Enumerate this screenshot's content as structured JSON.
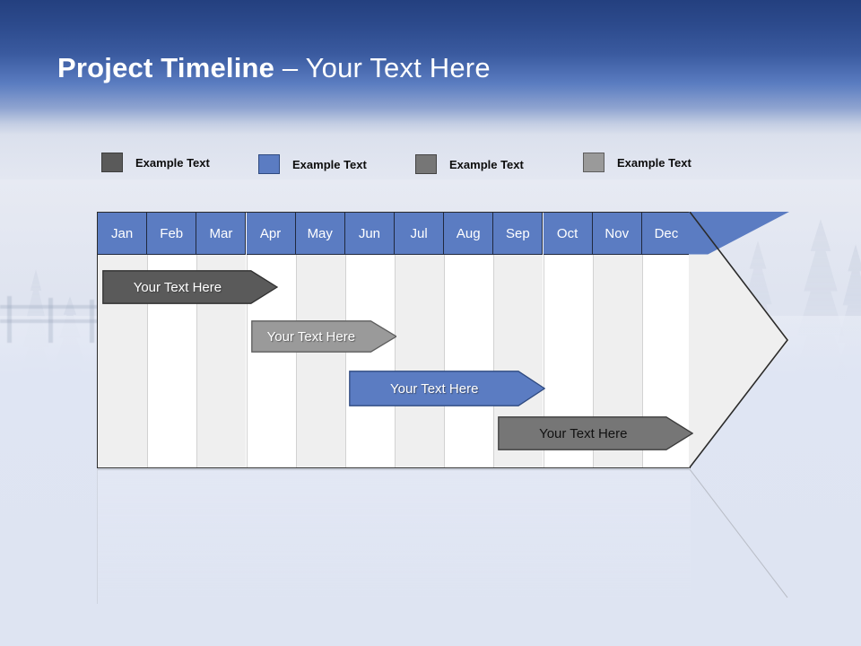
{
  "slide": {
    "title_strong": "Project Timeline",
    "title_dash": " – ",
    "title_light": "Your Text Here"
  },
  "legend": {
    "items": [
      {
        "label": "Example Text",
        "color": "#5a5a5a",
        "border": "#3e3e3e"
      },
      {
        "label": "Example Text",
        "color": "#5b7cc2",
        "border": "#2f4a80"
      },
      {
        "label": "Example Text",
        "color": "#767676",
        "border": "#444444"
      },
      {
        "label": "Example Text",
        "color": "#9a9a9a",
        "border": "#5d5d5d"
      }
    ]
  },
  "chart_data": {
    "type": "bar",
    "title": "Project Timeline – Your Text Here",
    "xlabel": "",
    "ylabel": "",
    "categories": [
      "Jan",
      "Feb",
      "Mar",
      "Apr",
      "May",
      "Jun",
      "Jul",
      "Aug",
      "Sep",
      "Oct",
      "Nov",
      "Dec"
    ],
    "legend_position": "top",
    "grid": true,
    "series": [
      {
        "name": "Example Text",
        "label": "Your  Text Here",
        "color": "#5a5a5a",
        "border": "#2f2f2f",
        "text_color": "#ffffff",
        "start_month": "Jan",
        "end_month": "Apr",
        "start_index": 0,
        "end_index": 3.55
      },
      {
        "name": "Example Text",
        "label": "Your  Text Here",
        "color": "#9a9a9a",
        "border": "#5d5d5d",
        "text_color": "#ffffff",
        "start_month": "Mar",
        "end_month": "Jun",
        "start_index": 3.0,
        "end_index": 5.95
      },
      {
        "name": "Example Text",
        "label": "Your  Text Here",
        "color": "#5b7cc2",
        "border": "#2f4a80",
        "text_color": "#ffffff",
        "start_month": "May",
        "end_month": "Aug",
        "start_index": 4.98,
        "end_index": 8.95
      },
      {
        "name": "Example Text",
        "label": "Your  Text Here",
        "color": "#767676",
        "border": "#3c3c3c",
        "text_color": "#111111",
        "start_month": "Aug",
        "end_month": "Nov",
        "start_index": 8.0,
        "end_index": 11.95
      }
    ],
    "colors": {
      "header_blue": "#5b7cc2",
      "column_shade": "#efefef",
      "column_plain": "#ffffff",
      "frame": "#2b2b2b"
    }
  }
}
